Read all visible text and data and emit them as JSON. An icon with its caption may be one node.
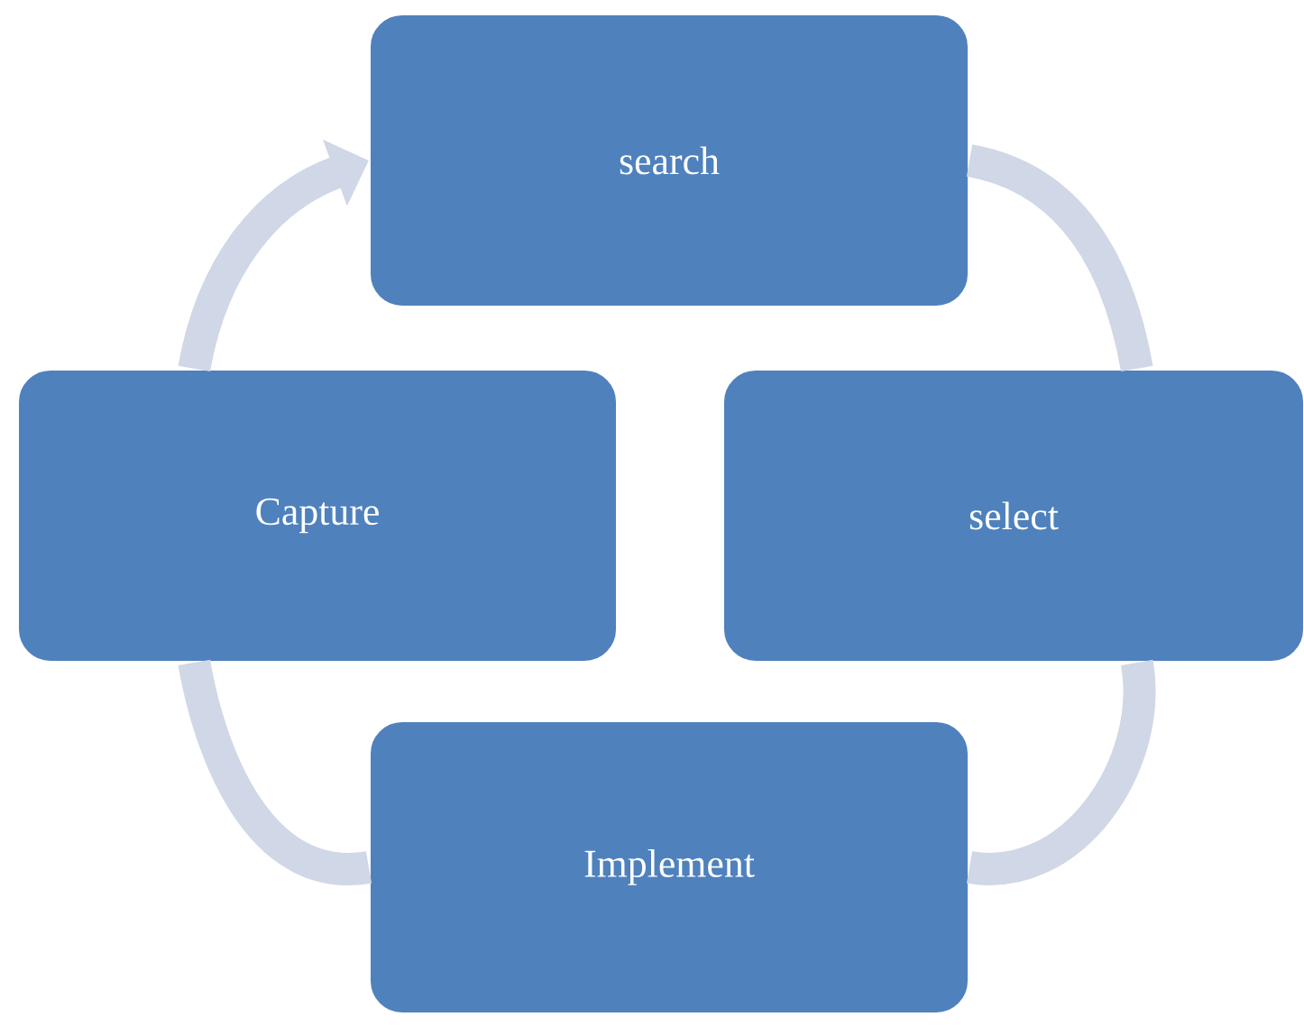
{
  "diagram": {
    "nodes": [
      {
        "text": [
          "search"
        ]
      },
      {
        "text": [
          "select"
        ]
      },
      {
        "text": [
          "Implement"
        ]
      },
      {
        "text": [
          "Capture"
        ]
      }
    ],
    "edges": [
      {
        "from": 0,
        "to": 1,
        "arrow": "none"
      },
      {
        "from": 1,
        "to": 2,
        "arrow": "none"
      },
      {
        "from": 2,
        "to": 3,
        "arrow": "none"
      },
      {
        "from": 3,
        "to": 0,
        "arrow": "to"
      }
    ]
  }
}
